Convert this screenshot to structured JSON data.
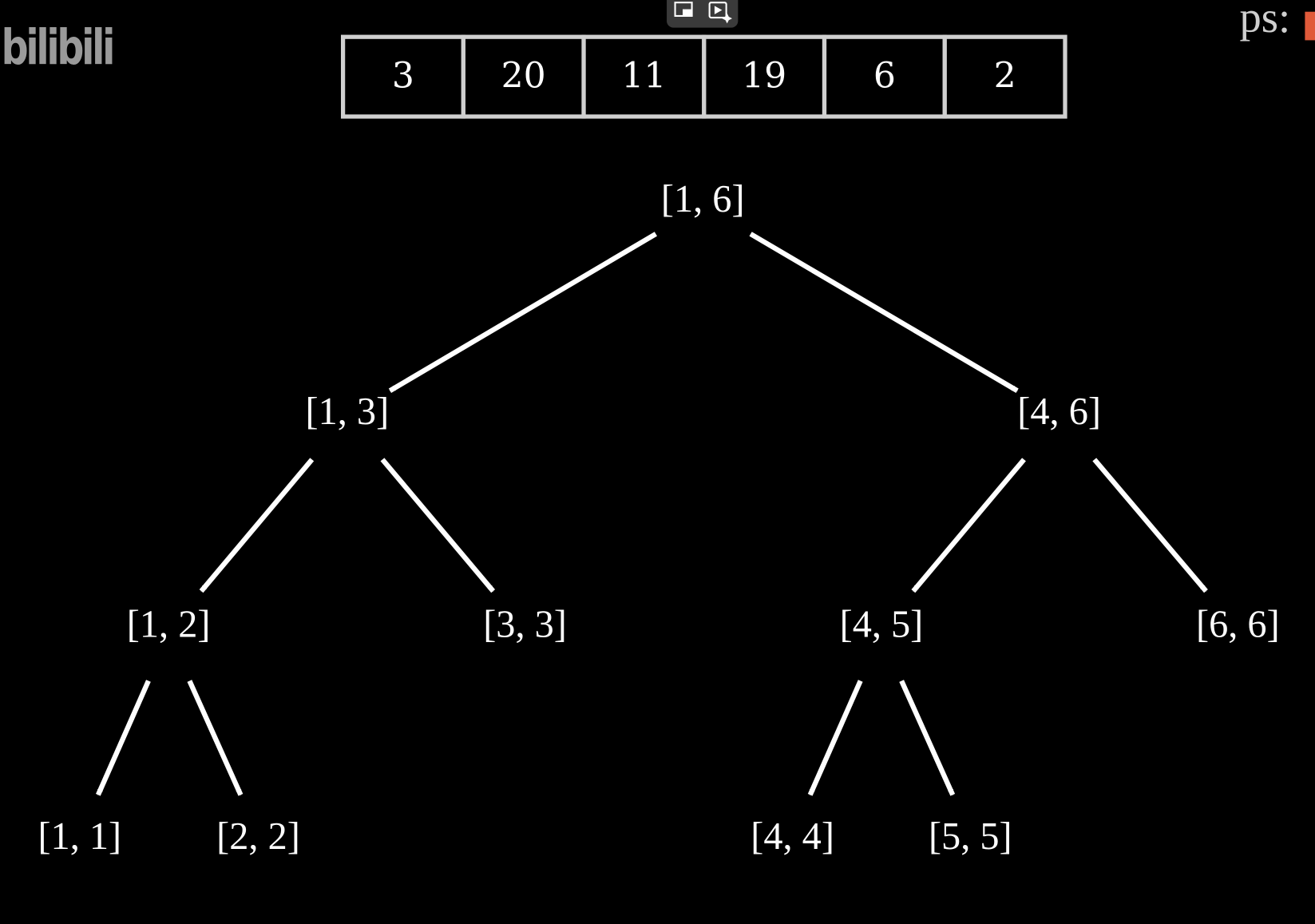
{
  "watermark": {
    "logo_text": "bilibili",
    "corner_text": "ps:"
  },
  "player_controls": [
    {
      "icon": "pip-icon"
    },
    {
      "icon": "ai-play-icon"
    }
  ],
  "array": {
    "values": [
      "3",
      "20",
      "11",
      "19",
      "6",
      "2"
    ]
  },
  "tree": {
    "nodes": [
      {
        "id": "n16",
        "label": "[1, 6]"
      },
      {
        "id": "n13",
        "label": "[1, 3]"
      },
      {
        "id": "n46",
        "label": "[4, 6]"
      },
      {
        "id": "n12",
        "label": "[1, 2]"
      },
      {
        "id": "n33",
        "label": "[3, 3]"
      },
      {
        "id": "n45",
        "label": "[4, 5]"
      },
      {
        "id": "n66",
        "label": "[6, 6]"
      },
      {
        "id": "n11",
        "label": "[1, 1]"
      },
      {
        "id": "n22",
        "label": "[2, 2]"
      },
      {
        "id": "n44",
        "label": "[4, 4]"
      },
      {
        "id": "n55",
        "label": "[5, 5]"
      }
    ]
  },
  "colors": {
    "background": "#000000",
    "foreground": "#ffffff",
    "box_border": "#d0d0d0",
    "accent": "#e05a3a"
  }
}
